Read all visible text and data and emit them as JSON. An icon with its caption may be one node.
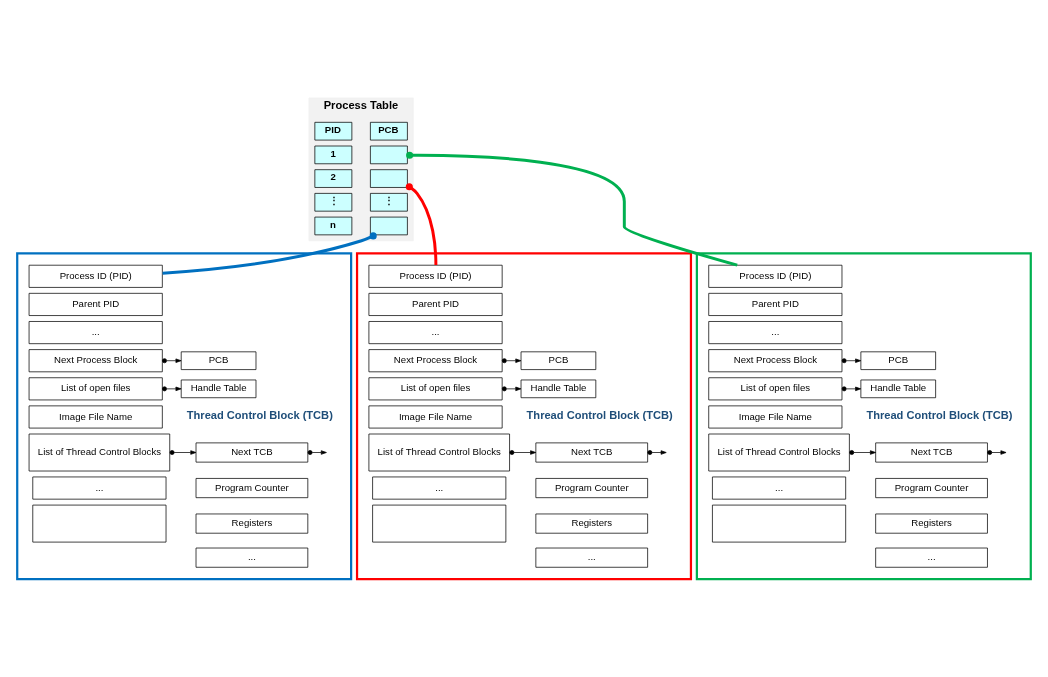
{
  "diagram": {
    "nodes": [
      {
        "text": [
          "Process Table"
        ]
      },
      {
        "text": [
          "PID"
        ],
        "in": 0
      },
      {
        "text": [
          "PCB"
        ],
        "in": 0
      },
      {
        "text": [
          "1"
        ],
        "in": 0
      },
      {
        "text": [],
        "shape": "box",
        "in": 0
      },
      {
        "text": [
          "2"
        ],
        "in": 0
      },
      {
        "text": [],
        "shape": "box",
        "in": 0
      },
      {
        "text": [
          "⋮"
        ],
        "in": 0
      },
      {
        "text": [
          "⋮"
        ],
        "in": 0
      },
      {
        "text": [
          "n"
        ],
        "in": 0
      },
      {
        "text": [],
        "shape": "box",
        "in": 0
      },
      {
        "text": [],
        "shape": "box"
      },
      {
        "text": [
          "Process ID (PID)"
        ],
        "in": 11
      },
      {
        "text": [
          "Parent PID"
        ],
        "in": 11
      },
      {
        "text": [
          "..."
        ],
        "in": 11
      },
      {
        "text": [
          "Next Process Block"
        ],
        "in": 11
      },
      {
        "text": [
          "List of open files"
        ],
        "in": 11
      },
      {
        "text": [
          "Image File Name"
        ],
        "in": 11
      },
      {
        "text": [
          "List of Thread Control Blocks"
        ],
        "in": 11
      },
      {
        "text": [
          "..."
        ],
        "in": 11
      },
      {
        "text": [],
        "shape": "box",
        "in": 11
      },
      {
        "text": [
          "PCB"
        ],
        "in": 11
      },
      {
        "text": [
          "Handle Table"
        ],
        "in": 11
      },
      {
        "text": [
          "Next TCB"
        ],
        "in": 11
      },
      {
        "text": [
          "Program Counter"
        ],
        "in": 11
      },
      {
        "text": [
          "Registers"
        ],
        "in": 11
      },
      {
        "text": [
          "..."
        ],
        "in": 11
      },
      {
        "text": [],
        "shape": "box"
      },
      {
        "text": [
          "Process ID (PID)"
        ],
        "in": 27
      },
      {
        "text": [
          "Parent PID"
        ],
        "in": 27
      },
      {
        "text": [
          "..."
        ],
        "in": 27
      },
      {
        "text": [
          "Next Process Block"
        ],
        "in": 27
      },
      {
        "text": [
          "List of open files"
        ],
        "in": 27
      },
      {
        "text": [
          "Image File Name"
        ],
        "in": 27
      },
      {
        "text": [
          "List of Thread Control Blocks"
        ],
        "in": 27
      },
      {
        "text": [
          "..."
        ],
        "in": 27
      },
      {
        "text": [],
        "shape": "box",
        "in": 27
      },
      {
        "text": [
          "PCB"
        ],
        "in": 27
      },
      {
        "text": [
          "Handle Table"
        ],
        "in": 27
      },
      {
        "text": [
          "Next TCB"
        ],
        "in": 27
      },
      {
        "text": [
          "Program Counter"
        ],
        "in": 27
      },
      {
        "text": [
          "Registers"
        ],
        "in": 27
      },
      {
        "text": [
          "..."
        ],
        "in": 27
      },
      {
        "text": [],
        "shape": "box"
      },
      {
        "text": [
          "Process ID (PID)"
        ],
        "in": 43
      },
      {
        "text": [
          "Parent PID"
        ],
        "in": 43
      },
      {
        "text": [
          "..."
        ],
        "in": 43
      },
      {
        "text": [
          "Next Process Block"
        ],
        "in": 43
      },
      {
        "text": [
          "List of open files"
        ],
        "in": 43
      },
      {
        "text": [
          "Image File Name"
        ],
        "in": 43
      },
      {
        "text": [
          "List of Thread Control Blocks"
        ],
        "in": 43
      },
      {
        "text": [
          "..."
        ],
        "in": 43
      },
      {
        "text": [],
        "shape": "box",
        "in": 43
      },
      {
        "text": [
          "PCB"
        ],
        "in": 43
      },
      {
        "text": [
          "Handle Table"
        ],
        "in": 43
      },
      {
        "text": [
          "Next TCB"
        ],
        "in": 43
      },
      {
        "text": [
          "Program Counter"
        ],
        "in": 43
      },
      {
        "text": [
          "Registers"
        ],
        "in": 43
      },
      {
        "text": [
          "..."
        ],
        "in": 43
      }
    ],
    "edges": [
      {
        "from": 10,
        "to": 12,
        "arrow": "other",
        "style": "thick",
        "color": "#0070c0"
      },
      {
        "from": 6,
        "to": 28,
        "arrow": "other",
        "style": "thick",
        "color": "#ff0000"
      },
      {
        "from": 4,
        "to": 44,
        "arrow": "other",
        "style": "thick",
        "color": "#00b050"
      },
      {
        "from": 15,
        "to": 21,
        "arrow": "to"
      },
      {
        "from": 16,
        "to": 22,
        "arrow": "to"
      },
      {
        "from": 18,
        "to": 23,
        "arrow": "to"
      },
      {
        "from": 23,
        "to": null,
        "arrow": "to"
      },
      {
        "from": 31,
        "to": 37,
        "arrow": "to"
      },
      {
        "from": 32,
        "to": 38,
        "arrow": "to"
      },
      {
        "from": 34,
        "to": 39,
        "arrow": "to"
      },
      {
        "from": 39,
        "to": null,
        "arrow": "to"
      },
      {
        "from": 47,
        "to": 53,
        "arrow": "to"
      },
      {
        "from": 48,
        "to": 54,
        "arrow": "to"
      },
      {
        "from": 50,
        "to": 55,
        "arrow": "to"
      },
      {
        "from": 55,
        "to": null,
        "arrow": "to"
      }
    ],
    "labels": [
      "Thread Control Block (TCB)",
      "Thread Control Block (TCB)",
      "Thread Control Block (TCB)"
    ]
  }
}
